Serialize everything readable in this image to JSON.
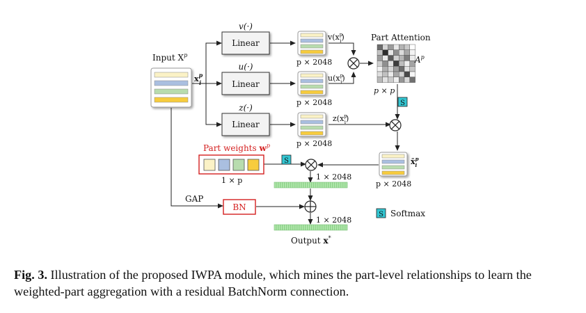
{
  "diagram": {
    "input_label": "Input X",
    "input_label_sup": "p",
    "row_label": "x",
    "row_label_sup": "p",
    "row_label_sub": "i",
    "linear_v_title": "v(·)",
    "linear_u_title": "u(·)",
    "linear_z_title": "z(·)",
    "linear_label": "Linear",
    "dim_p2048": "p × 2048",
    "fn_v": "v(x",
    "fn_u": "u(x",
    "fn_z": "z(x",
    "fn_sup": "p",
    "fn_sub": "i",
    "fn_close": ")",
    "part_attention": "Part Attention",
    "attention_symbol": "A",
    "attention_sup": "p",
    "attention_dim": "p × p",
    "softmax_badge": "S",
    "xbar_label": "x̄",
    "xbar_sup": "p",
    "xbar_sub": "i",
    "part_weights_label": "Part weights ",
    "part_weights_symbol": "w",
    "part_weights_sup": "p",
    "part_weights_dim": "1 × p",
    "dim_1x2048": "1 × 2048",
    "gap_label": "GAP",
    "bn_label": "BN",
    "output_label": "Output ",
    "output_symbol": "x",
    "output_sup": "*",
    "legend_badge": "S",
    "legend_label": "Softmax",
    "colors": {
      "feature_yellow": "#fbf2c6",
      "feature_blue": "#aabfe0",
      "feature_green": "#b8dcae",
      "feature_gold": "#f7cc3e",
      "softmax_cyan": "#33c6d2",
      "accent_red": "#d42020",
      "bar_green": "#9fdc9b"
    }
  },
  "caption": {
    "prefix": "Fig. 3.",
    "text": " Illustration of the proposed IWPA module, which mines the part-level relationships to learn the weighted-part aggregation with a residual BatchNorm connection."
  }
}
